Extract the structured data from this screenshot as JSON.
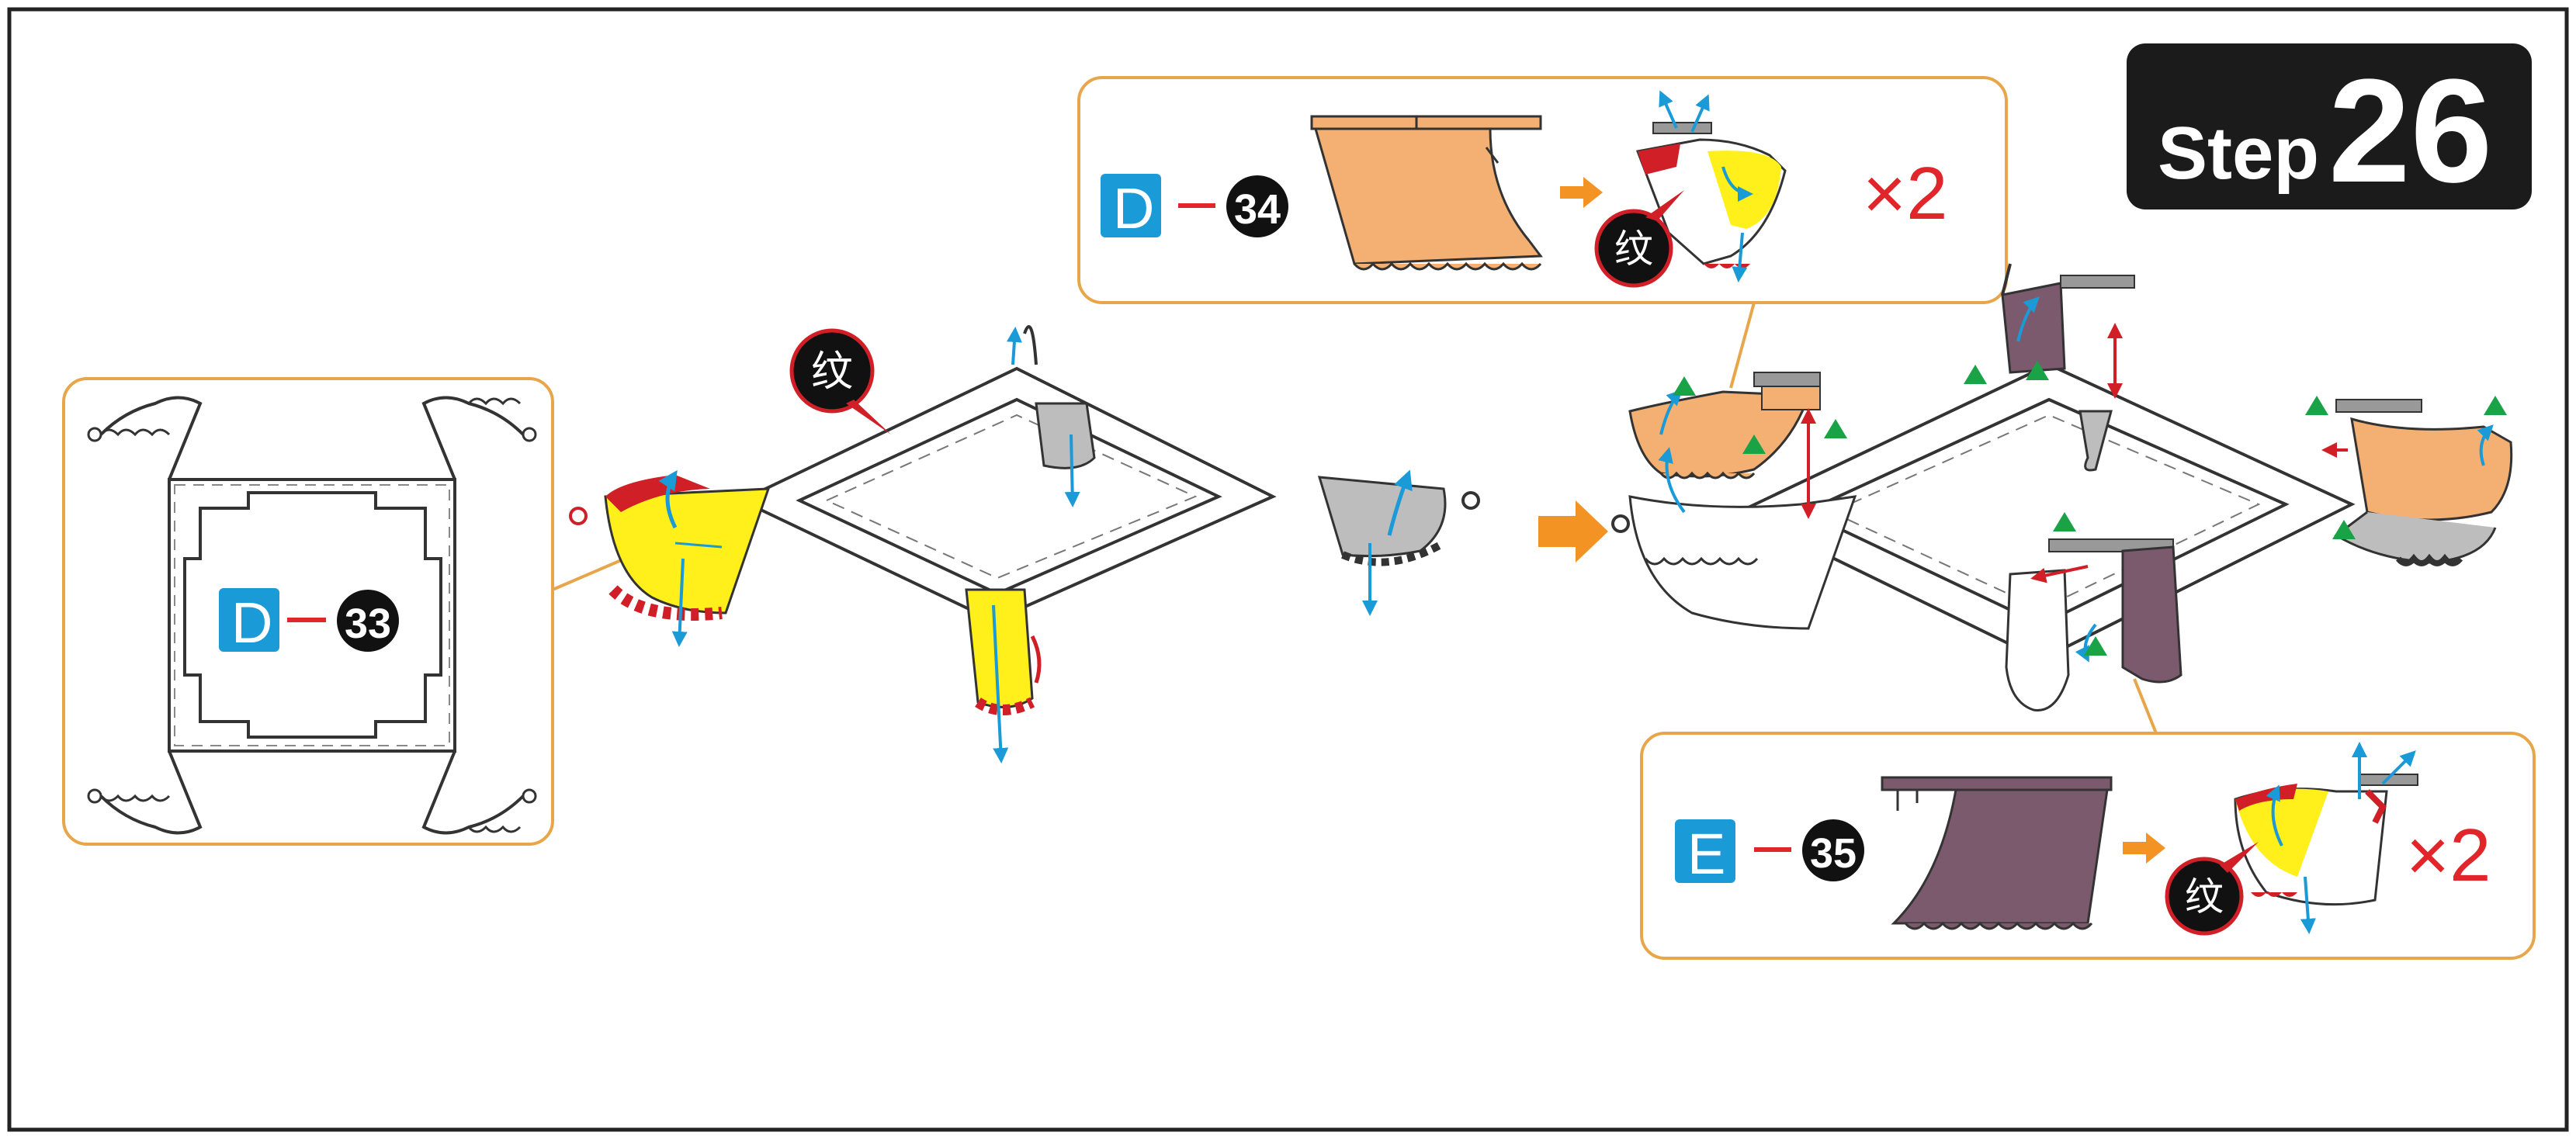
{
  "step": {
    "word": "Step",
    "number": "26"
  },
  "mark": "纹",
  "detail_left": {
    "sheet": "D",
    "part": "33"
  },
  "callout_top": {
    "sheet": "D",
    "part": "34",
    "multiplier": "×2"
  },
  "callout_bottom": {
    "sheet": "E",
    "part": "35",
    "multiplier": "×2"
  },
  "colors": {
    "frame": "#222222",
    "callout_border": "#e8a64a",
    "sheet_badge": "#1a9ad6",
    "part_circle": "#111111",
    "multiplier": "#e0262a",
    "part_yellow": "#ffef1a",
    "part_orange": "#f3b072",
    "part_gray": "#bdbdbd",
    "part_purple": "#7c5a6e",
    "accent_red": "#d01f26",
    "fold_arrow": "#1a9ad6",
    "direction_arrow": "#f39323",
    "glue_triangle": "#19a346"
  },
  "icons": [
    "step-badge",
    "fold-arrow-icon",
    "direction-arrow-icon",
    "glue-triangle-icon",
    "emboss-mark-icon"
  ]
}
